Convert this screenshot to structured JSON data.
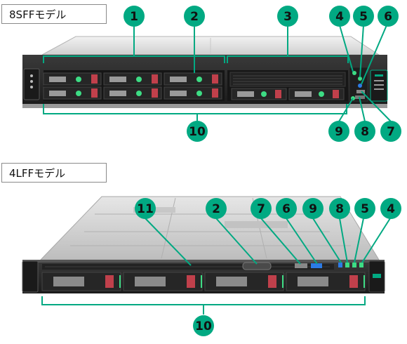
{
  "models": [
    {
      "label": "8SFFモデル"
    },
    {
      "label": "4LFFモデル"
    }
  ],
  "callouts": {
    "sff": [
      "1",
      "2",
      "3",
      "4",
      "5",
      "6",
      "10",
      "9",
      "8",
      "7"
    ],
    "lff": [
      "11",
      "2",
      "7",
      "6",
      "9",
      "8",
      "5",
      "4",
      "10"
    ]
  },
  "colors": {
    "callout_green": "#01a982",
    "leader_green": "#01a982",
    "chassis_dark": "#2b2b2b",
    "chassis_light": "#d9d9d9",
    "drive_latch_red": "#c0404b",
    "led_green": "#3ddc84",
    "led_blue": "#2c7be5",
    "hpe_green": "#01a982"
  }
}
